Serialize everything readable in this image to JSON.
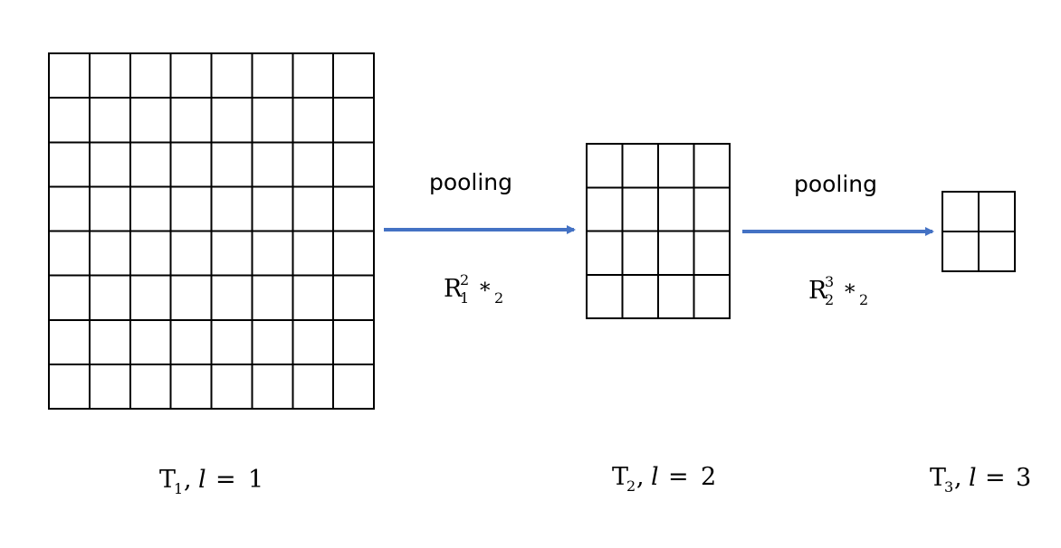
{
  "diagram": {
    "colors": {
      "arrow": "#4472C4",
      "grid_stroke": "#000000",
      "text": "#000000"
    },
    "grids": [
      {
        "name": "T1-grid",
        "rows": 8,
        "cols": 8
      },
      {
        "name": "T2-grid",
        "rows": 4,
        "cols": 4
      },
      {
        "name": "T3-grid",
        "rows": 2,
        "cols": 2
      }
    ],
    "operations": [
      {
        "label": "pooling",
        "formula": {
          "base": "R",
          "sup": "2",
          "sub": "1",
          "op": "*",
          "op_sub": "2"
        }
      },
      {
        "label": "pooling",
        "formula": {
          "base": "R",
          "sup": "3",
          "sub": "2",
          "op": "*",
          "op_sub": "2"
        }
      }
    ],
    "levels": [
      {
        "base": "T",
        "sub": "1",
        "sep": ",",
        "var": "l",
        "eq": "=",
        "value": "1"
      },
      {
        "base": "T",
        "sub": "2",
        "sep": ",",
        "var": "l",
        "eq": "=",
        "value": "2"
      },
      {
        "base": "T",
        "sub": "3",
        "sep": ",",
        "var": "l",
        "eq": "=",
        "value": "3"
      }
    ]
  }
}
